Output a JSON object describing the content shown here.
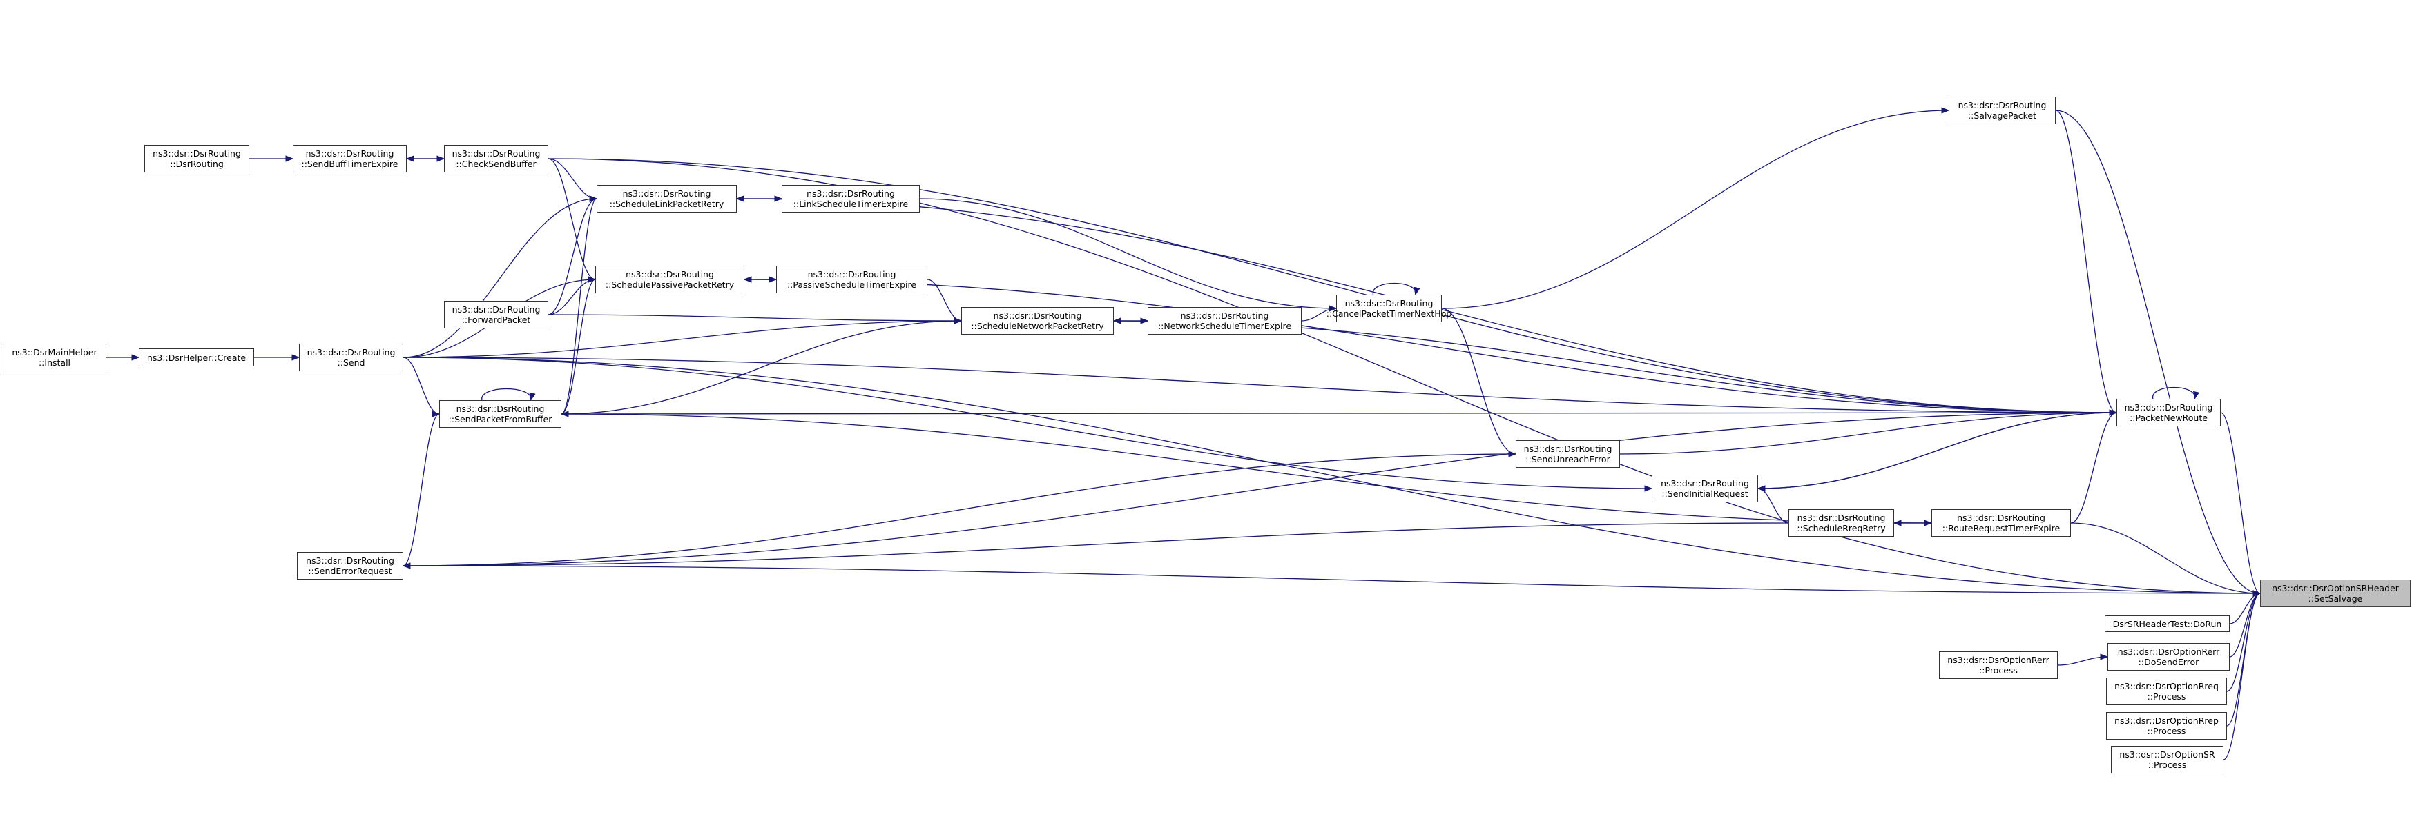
{
  "colors": {
    "edge": "#191970",
    "focus_fill": "#bfbfbf",
    "border": "#333333"
  },
  "nodes": [
    {
      "id": "install",
      "lines": [
        "ns3::DsrMainHelper",
        "::Install"
      ]
    },
    {
      "id": "create",
      "lines": [
        "ns3::DsrHelper::Create"
      ]
    },
    {
      "id": "send",
      "lines": [
        "ns3::dsr::DsrRouting",
        "::Send"
      ]
    },
    {
      "id": "dsrrouting",
      "lines": [
        "ns3::dsr::DsrRouting",
        "::DsrRouting"
      ]
    },
    {
      "id": "sendbuff",
      "lines": [
        "ns3::dsr::DsrRouting",
        "::SendBuffTimerExpire"
      ]
    },
    {
      "id": "checksend",
      "lines": [
        "ns3::dsr::DsrRouting",
        "::CheckSendBuffer"
      ]
    },
    {
      "id": "schedlink",
      "lines": [
        "ns3::dsr::DsrRouting",
        "::ScheduleLinkPacketRetry"
      ]
    },
    {
      "id": "linktimer",
      "lines": [
        "ns3::dsr::DsrRouting",
        "::LinkScheduleTimerExpire"
      ]
    },
    {
      "id": "schedpassive",
      "lines": [
        "ns3::dsr::DsrRouting",
        "::SchedulePassivePacketRetry"
      ]
    },
    {
      "id": "passivetimer",
      "lines": [
        "ns3::dsr::DsrRouting",
        "::PassiveScheduleTimerExpire"
      ]
    },
    {
      "id": "forward",
      "lines": [
        "ns3::dsr::DsrRouting",
        "::ForwardPacket"
      ]
    },
    {
      "id": "sendfrombuf",
      "lines": [
        "ns3::dsr::DsrRouting",
        "::SendPacketFromBuffer"
      ]
    },
    {
      "id": "schednet",
      "lines": [
        "ns3::dsr::DsrRouting",
        "::ScheduleNetworkPacketRetry"
      ]
    },
    {
      "id": "nettimer",
      "lines": [
        "ns3::dsr::DsrRouting",
        "::NetworkScheduleTimerExpire"
      ]
    },
    {
      "id": "cancel",
      "lines": [
        "ns3::dsr::DsrRouting",
        "::CancelPacketTimerNextHop"
      ]
    },
    {
      "id": "salvage",
      "lines": [
        "ns3::dsr::DsrRouting",
        "::SalvagePacket"
      ]
    },
    {
      "id": "newroute",
      "lines": [
        "ns3::dsr::DsrRouting",
        "::PacketNewRoute"
      ]
    },
    {
      "id": "unreach",
      "lines": [
        "ns3::dsr::DsrRouting",
        "::SendUnreachError"
      ]
    },
    {
      "id": "initreq",
      "lines": [
        "ns3::dsr::DsrRouting",
        "::SendInitialRequest"
      ]
    },
    {
      "id": "rreqretry",
      "lines": [
        "ns3::dsr::DsrRouting",
        "::ScheduleRreqRetry"
      ]
    },
    {
      "id": "rreqtimer",
      "lines": [
        "ns3::dsr::DsrRouting",
        "::RouteRequestTimerExpire"
      ]
    },
    {
      "id": "errreq",
      "lines": [
        "ns3::dsr::DsrRouting",
        "::SendErrorRequest"
      ]
    },
    {
      "id": "setsalvage",
      "lines": [
        "ns3::dsr::DsrOptionSRHeader",
        "::SetSalvage"
      ],
      "focus": true
    },
    {
      "id": "dorun",
      "lines": [
        "DsrSRHeaderTest::DoRun"
      ]
    },
    {
      "id": "dosenderr",
      "lines": [
        "ns3::dsr::DsrOptionRerr",
        "::DoSendError"
      ]
    },
    {
      "id": "rerrproc",
      "lines": [
        "ns3::dsr::DsrOptionRerr",
        "::Process"
      ]
    },
    {
      "id": "rreqproc",
      "lines": [
        "ns3::dsr::DsrOptionRreq",
        "::Process"
      ]
    },
    {
      "id": "rrepproc",
      "lines": [
        "ns3::dsr::DsrOptionRrep",
        "::Process"
      ]
    },
    {
      "id": "srproc",
      "lines": [
        "ns3::dsr::DsrOptionSR",
        "::Process"
      ]
    }
  ],
  "edges": [
    [
      "install",
      "create"
    ],
    [
      "create",
      "send"
    ],
    [
      "dsrrouting",
      "sendbuff"
    ],
    [
      "sendbuff",
      "checksend"
    ],
    [
      "checksend",
      "sendbuff"
    ],
    [
      "checksend",
      "schedlink"
    ],
    [
      "checksend",
      "schedpassive"
    ],
    [
      "checksend",
      "setsalvage"
    ],
    [
      "checksend",
      "newroute"
    ],
    [
      "send",
      "setsalvage"
    ],
    [
      "send",
      "schedlink"
    ],
    [
      "send",
      "schedpassive"
    ],
    [
      "send",
      "schednet"
    ],
    [
      "send",
      "sendfrombuf"
    ],
    [
      "send",
      "newroute"
    ],
    [
      "send",
      "initreq"
    ],
    [
      "forward",
      "schedpassive"
    ],
    [
      "forward",
      "schedlink"
    ],
    [
      "forward",
      "schednet"
    ],
    [
      "sendfrombuf",
      "sendfrombuf"
    ],
    [
      "sendfrombuf",
      "schedlink"
    ],
    [
      "sendfrombuf",
      "schedpassive"
    ],
    [
      "sendfrombuf",
      "schednet"
    ],
    [
      "sendfrombuf",
      "newroute"
    ],
    [
      "schedlink",
      "linktimer"
    ],
    [
      "linktimer",
      "schedlink"
    ],
    [
      "linktimer",
      "cancel"
    ],
    [
      "schedpassive",
      "passivetimer"
    ],
    [
      "passivetimer",
      "schedpassive"
    ],
    [
      "passivetimer",
      "schednet"
    ],
    [
      "schednet",
      "nettimer"
    ],
    [
      "nettimer",
      "schednet"
    ],
    [
      "nettimer",
      "cancel"
    ],
    [
      "cancel",
      "cancel"
    ],
    [
      "cancel",
      "salvage"
    ],
    [
      "cancel",
      "unreach"
    ],
    [
      "salvage",
      "newroute"
    ],
    [
      "salvage",
      "setsalvage"
    ],
    [
      "newroute",
      "newroute"
    ],
    [
      "newroute",
      "setsalvage"
    ],
    [
      "newroute",
      "schedlink"
    ],
    [
      "newroute",
      "schedpassive"
    ],
    [
      "newroute",
      "schednet"
    ],
    [
      "newroute",
      "initreq"
    ],
    [
      "unreach",
      "newroute"
    ],
    [
      "unreach",
      "errreq"
    ],
    [
      "initreq",
      "newroute"
    ],
    [
      "rreqretry",
      "initreq"
    ],
    [
      "rreqtimer",
      "rreqretry"
    ],
    [
      "rreqretry",
      "rreqtimer"
    ],
    [
      "rreqtimer",
      "newroute"
    ],
    [
      "rreqtimer",
      "setsalvage"
    ],
    [
      "rreqretry",
      "errreq"
    ],
    [
      "rreqtimer",
      "sendfrombuf"
    ],
    [
      "errreq",
      "sendfrombuf"
    ],
    [
      "errreq",
      "newroute"
    ],
    [
      "errreq",
      "setsalvage"
    ],
    [
      "dorun",
      "setsalvage"
    ],
    [
      "dosenderr",
      "setsalvage"
    ],
    [
      "rerrproc",
      "dosenderr"
    ],
    [
      "rreqproc",
      "setsalvage"
    ],
    [
      "rrepproc",
      "setsalvage"
    ],
    [
      "srproc",
      "setsalvage"
    ]
  ]
}
